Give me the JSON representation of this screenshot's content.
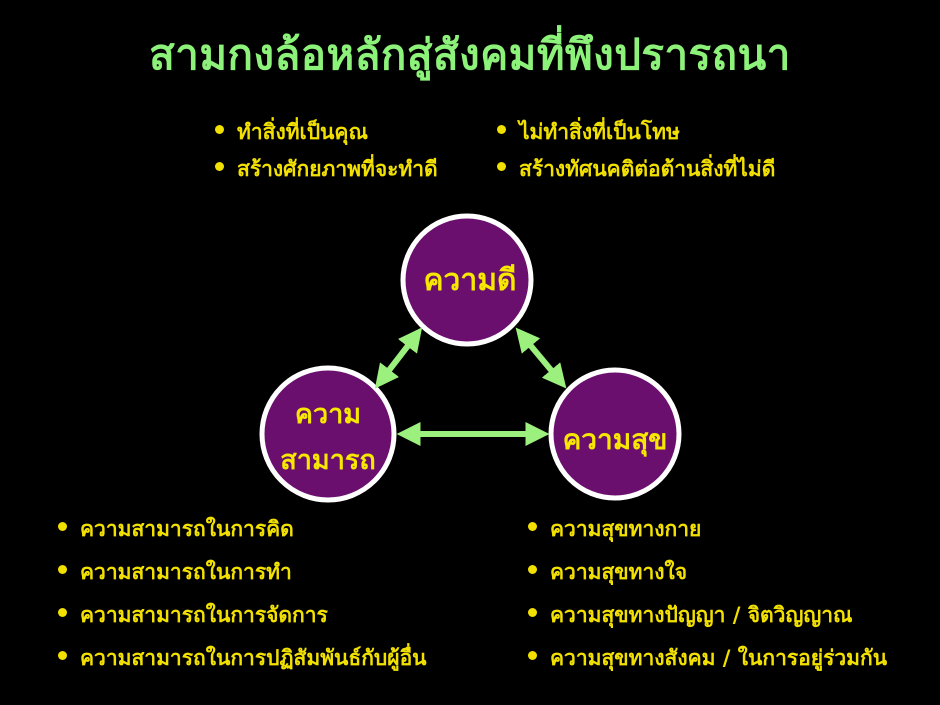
{
  "title": "สามกงล้อหลักสู่สังคมที่พึงปรารถนา",
  "lists": {
    "do_good": [
      "ทำสิ่งที่เป็นคุณ",
      "สร้างศักยภาพที่จะทำดี"
    ],
    "avoid_harm": [
      "ไม่ทำสิ่งที่เป็นโทษ",
      "สร้างทัศนคติต่อต้านสิ่งที่ไม่ดี"
    ],
    "ability": [
      "ความสามารถในการคิด",
      "ความสามารถในการทำ",
      "ความสามารถในการจัดการ",
      "ความสามารถในการปฏิสัมพันธ์กับผู้อื่น"
    ],
    "happiness": [
      "ความสุขทางกาย",
      "ความสุขทางใจ",
      "ความสุขทางปัญญา / จิตวิญญาณ",
      "ความสุขทางสังคม / ในการอยู่ร่วมกัน"
    ]
  },
  "nodes": {
    "goodness": "ความดี",
    "happiness": "ความสุข",
    "ability_line1": "ความ",
    "ability_line2": "สามารถ"
  },
  "colors": {
    "background": "#000000",
    "title": "#8df27a",
    "bullet_text": "#f2e000",
    "node_fill": "#6a0f6e",
    "node_border": "#ffffff",
    "arrow": "#9cf07d"
  }
}
